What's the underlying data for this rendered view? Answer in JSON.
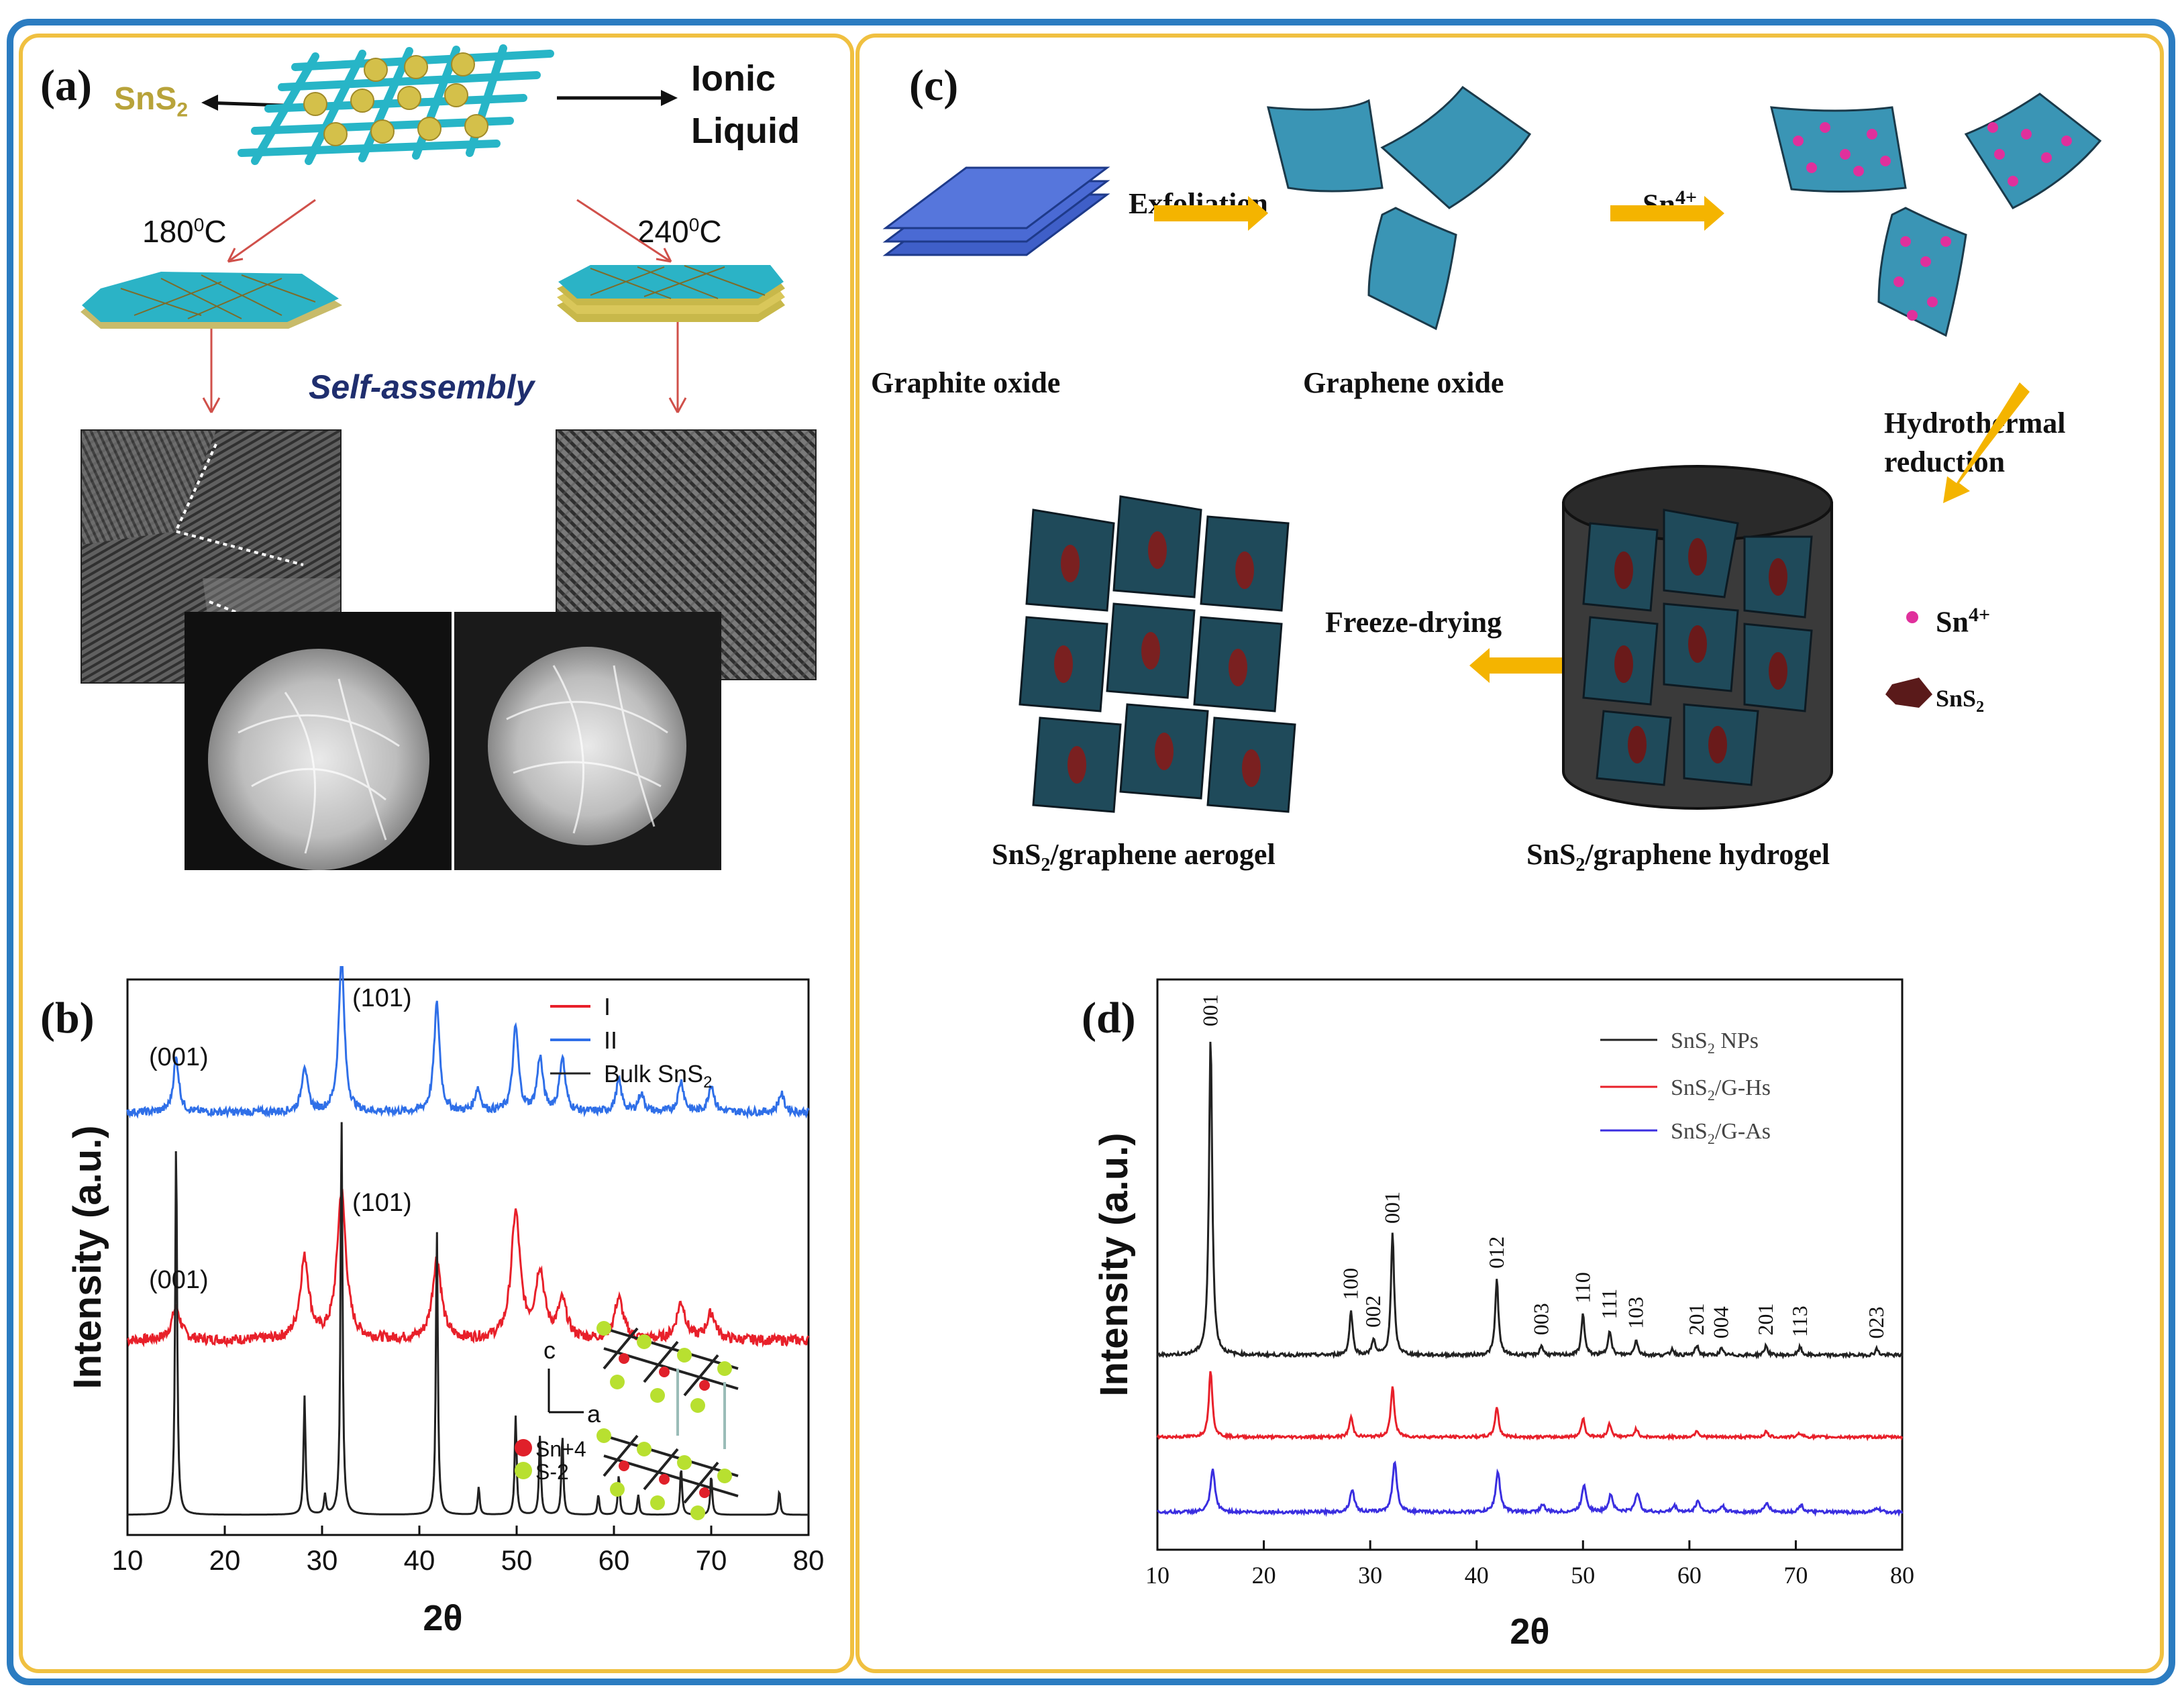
{
  "panels": {
    "a": {
      "label": "(a)",
      "sns2": "SnS",
      "sns2_sub": "2",
      "ionic_1": "Ionic",
      "ionic_2": "Liquid",
      "temp_left": "180",
      "temp_left_sup": "0",
      "temp_left_unit": "C",
      "temp_right": "240",
      "temp_right_sup": "0",
      "temp_right_unit": "C",
      "self_assembly": "Self-assembly"
    },
    "b": {
      "label": "(b)"
    },
    "c": {
      "label": "(c)",
      "exfoliation": "Exfoliation",
      "sn4": "Sn",
      "sn4_sup": "4+",
      "graphite_oxide": "Graphite oxide",
      "graphene_oxide": "Graphene oxide",
      "hydrothermal_1": "Hydrothermal",
      "hydrothermal_2": "reduction",
      "freeze_drying": "Freeze-drying",
      "legend_sn4": "Sn",
      "legend_sn4_sup": "4+",
      "legend_sns2": "SnS",
      "legend_sns2_sub": "2",
      "aerogel_a": "SnS",
      "aerogel_sub": "2",
      "aerogel_b": "/graphene aerogel",
      "hydrogel_a": "SnS",
      "hydrogel_sub": "2",
      "hydrogel_b": "/graphene hydrogel"
    },
    "d": {
      "label": "(d)"
    }
  },
  "chart_data": [
    {
      "id": "b",
      "type": "line",
      "xlabel": "2θ",
      "ylabel": "Intensity (a.u.)",
      "xlim": [
        10,
        80
      ],
      "xticks": [
        10,
        20,
        30,
        40,
        50,
        60,
        70,
        80
      ],
      "series": [
        {
          "name": "I",
          "color": "#e8202a",
          "peaks": [
            [
              15.0,
              0.22
            ],
            [
              28.2,
              0.55
            ],
            [
              32.0,
              1.0
            ],
            [
              41.8,
              0.55
            ],
            [
              49.9,
              0.85
            ],
            [
              52.4,
              0.45
            ],
            [
              54.7,
              0.25
            ],
            [
              60.5,
              0.28
            ],
            [
              66.9,
              0.25
            ],
            [
              70.0,
              0.18
            ]
          ]
        },
        {
          "name": "II",
          "color": "#2f6fe8",
          "peaks": [
            [
              15.0,
              0.35
            ],
            [
              28.2,
              0.3
            ],
            [
              32.0,
              1.0
            ],
            [
              41.8,
              0.7
            ],
            [
              46.0,
              0.15
            ],
            [
              49.9,
              0.55
            ],
            [
              52.4,
              0.35
            ],
            [
              54.7,
              0.35
            ],
            [
              60.5,
              0.2
            ],
            [
              62.8,
              0.12
            ],
            [
              66.9,
              0.2
            ],
            [
              70.0,
              0.18
            ],
            [
              77.2,
              0.12
            ]
          ]
        },
        {
          "name": "Bulk SnS",
          "name_sub": "2",
          "color": "#222222",
          "peaks": [
            [
              15.0,
              0.95
            ],
            [
              28.2,
              0.3
            ],
            [
              30.3,
              0.05
            ],
            [
              32.0,
              1.0
            ],
            [
              41.8,
              0.72
            ],
            [
              46.1,
              0.07
            ],
            [
              49.9,
              0.25
            ],
            [
              52.4,
              0.2
            ],
            [
              54.7,
              0.2
            ],
            [
              58.4,
              0.05
            ],
            [
              60.5,
              0.1
            ],
            [
              62.5,
              0.05
            ],
            [
              66.9,
              0.12
            ],
            [
              70.0,
              0.1
            ],
            [
              77.0,
              0.06
            ]
          ]
        }
      ],
      "annotations": [
        "(001)",
        "(101)",
        "(001)",
        "(101)"
      ],
      "inset_axes": {
        "c": "c",
        "a": "a"
      },
      "inset_legend": [
        "Sn+4",
        "S-2"
      ]
    },
    {
      "id": "d",
      "type": "line",
      "xlabel": "2θ",
      "ylabel": "Intensity (a.u.)",
      "xlim": [
        10,
        80
      ],
      "xticks": [
        10,
        20,
        30,
        40,
        50,
        60,
        70,
        80
      ],
      "series": [
        {
          "name": "SnS",
          "name_sub": "2",
          "name_rest": " NPs",
          "color": "#222222",
          "peaks": [
            [
              15.0,
              1.0
            ],
            [
              28.2,
              0.14
            ],
            [
              30.3,
              0.05
            ],
            [
              32.1,
              0.38
            ],
            [
              41.9,
              0.24
            ],
            [
              46.1,
              0.03
            ],
            [
              50.0,
              0.13
            ],
            [
              52.5,
              0.08
            ],
            [
              55.0,
              0.05
            ],
            [
              58.4,
              0.02
            ],
            [
              60.7,
              0.03
            ],
            [
              63.0,
              0.02
            ],
            [
              67.2,
              0.03
            ],
            [
              70.4,
              0.025
            ],
            [
              77.6,
              0.02
            ]
          ]
        },
        {
          "name": "SnS",
          "name_sub": "2",
          "name_rest": "/G-Hs",
          "color": "#e8202a",
          "peaks": [
            [
              15.0,
              1.0
            ],
            [
              28.2,
              0.3
            ],
            [
              32.1,
              0.75
            ],
            [
              41.9,
              0.45
            ],
            [
              50.0,
              0.28
            ],
            [
              52.5,
              0.2
            ],
            [
              55.0,
              0.12
            ],
            [
              60.7,
              0.1
            ],
            [
              67.2,
              0.08
            ],
            [
              70.4,
              0.06
            ]
          ]
        },
        {
          "name": "SnS",
          "name_sub": "2",
          "name_rest": "/G-As",
          "color": "#3a2ee0",
          "peaks": [
            [
              15.2,
              0.85
            ],
            [
              28.3,
              0.45
            ],
            [
              32.3,
              1.0
            ],
            [
              42.0,
              0.8
            ],
            [
              46.2,
              0.15
            ],
            [
              50.1,
              0.55
            ],
            [
              52.6,
              0.35
            ],
            [
              55.1,
              0.38
            ],
            [
              58.6,
              0.12
            ],
            [
              60.8,
              0.22
            ],
            [
              63.1,
              0.12
            ],
            [
              67.3,
              0.18
            ],
            [
              70.5,
              0.14
            ],
            [
              77.7,
              0.08
            ]
          ]
        }
      ],
      "peak_labels": [
        {
          "x": 15.0,
          "text": "001"
        },
        {
          "x": 28.2,
          "text": "100"
        },
        {
          "x": 30.3,
          "text": "002"
        },
        {
          "x": 32.1,
          "text": "001"
        },
        {
          "x": 41.9,
          "text": "012"
        },
        {
          "x": 46.1,
          "text": "003"
        },
        {
          "x": 50.0,
          "text": "110"
        },
        {
          "x": 52.5,
          "text": "111"
        },
        {
          "x": 55.0,
          "text": "103"
        },
        {
          "x": 60.7,
          "text": "201"
        },
        {
          "x": 63.0,
          "text": "004"
        },
        {
          "x": 67.2,
          "text": "201"
        },
        {
          "x": 70.4,
          "text": "113"
        },
        {
          "x": 77.6,
          "text": "023"
        }
      ]
    }
  ]
}
